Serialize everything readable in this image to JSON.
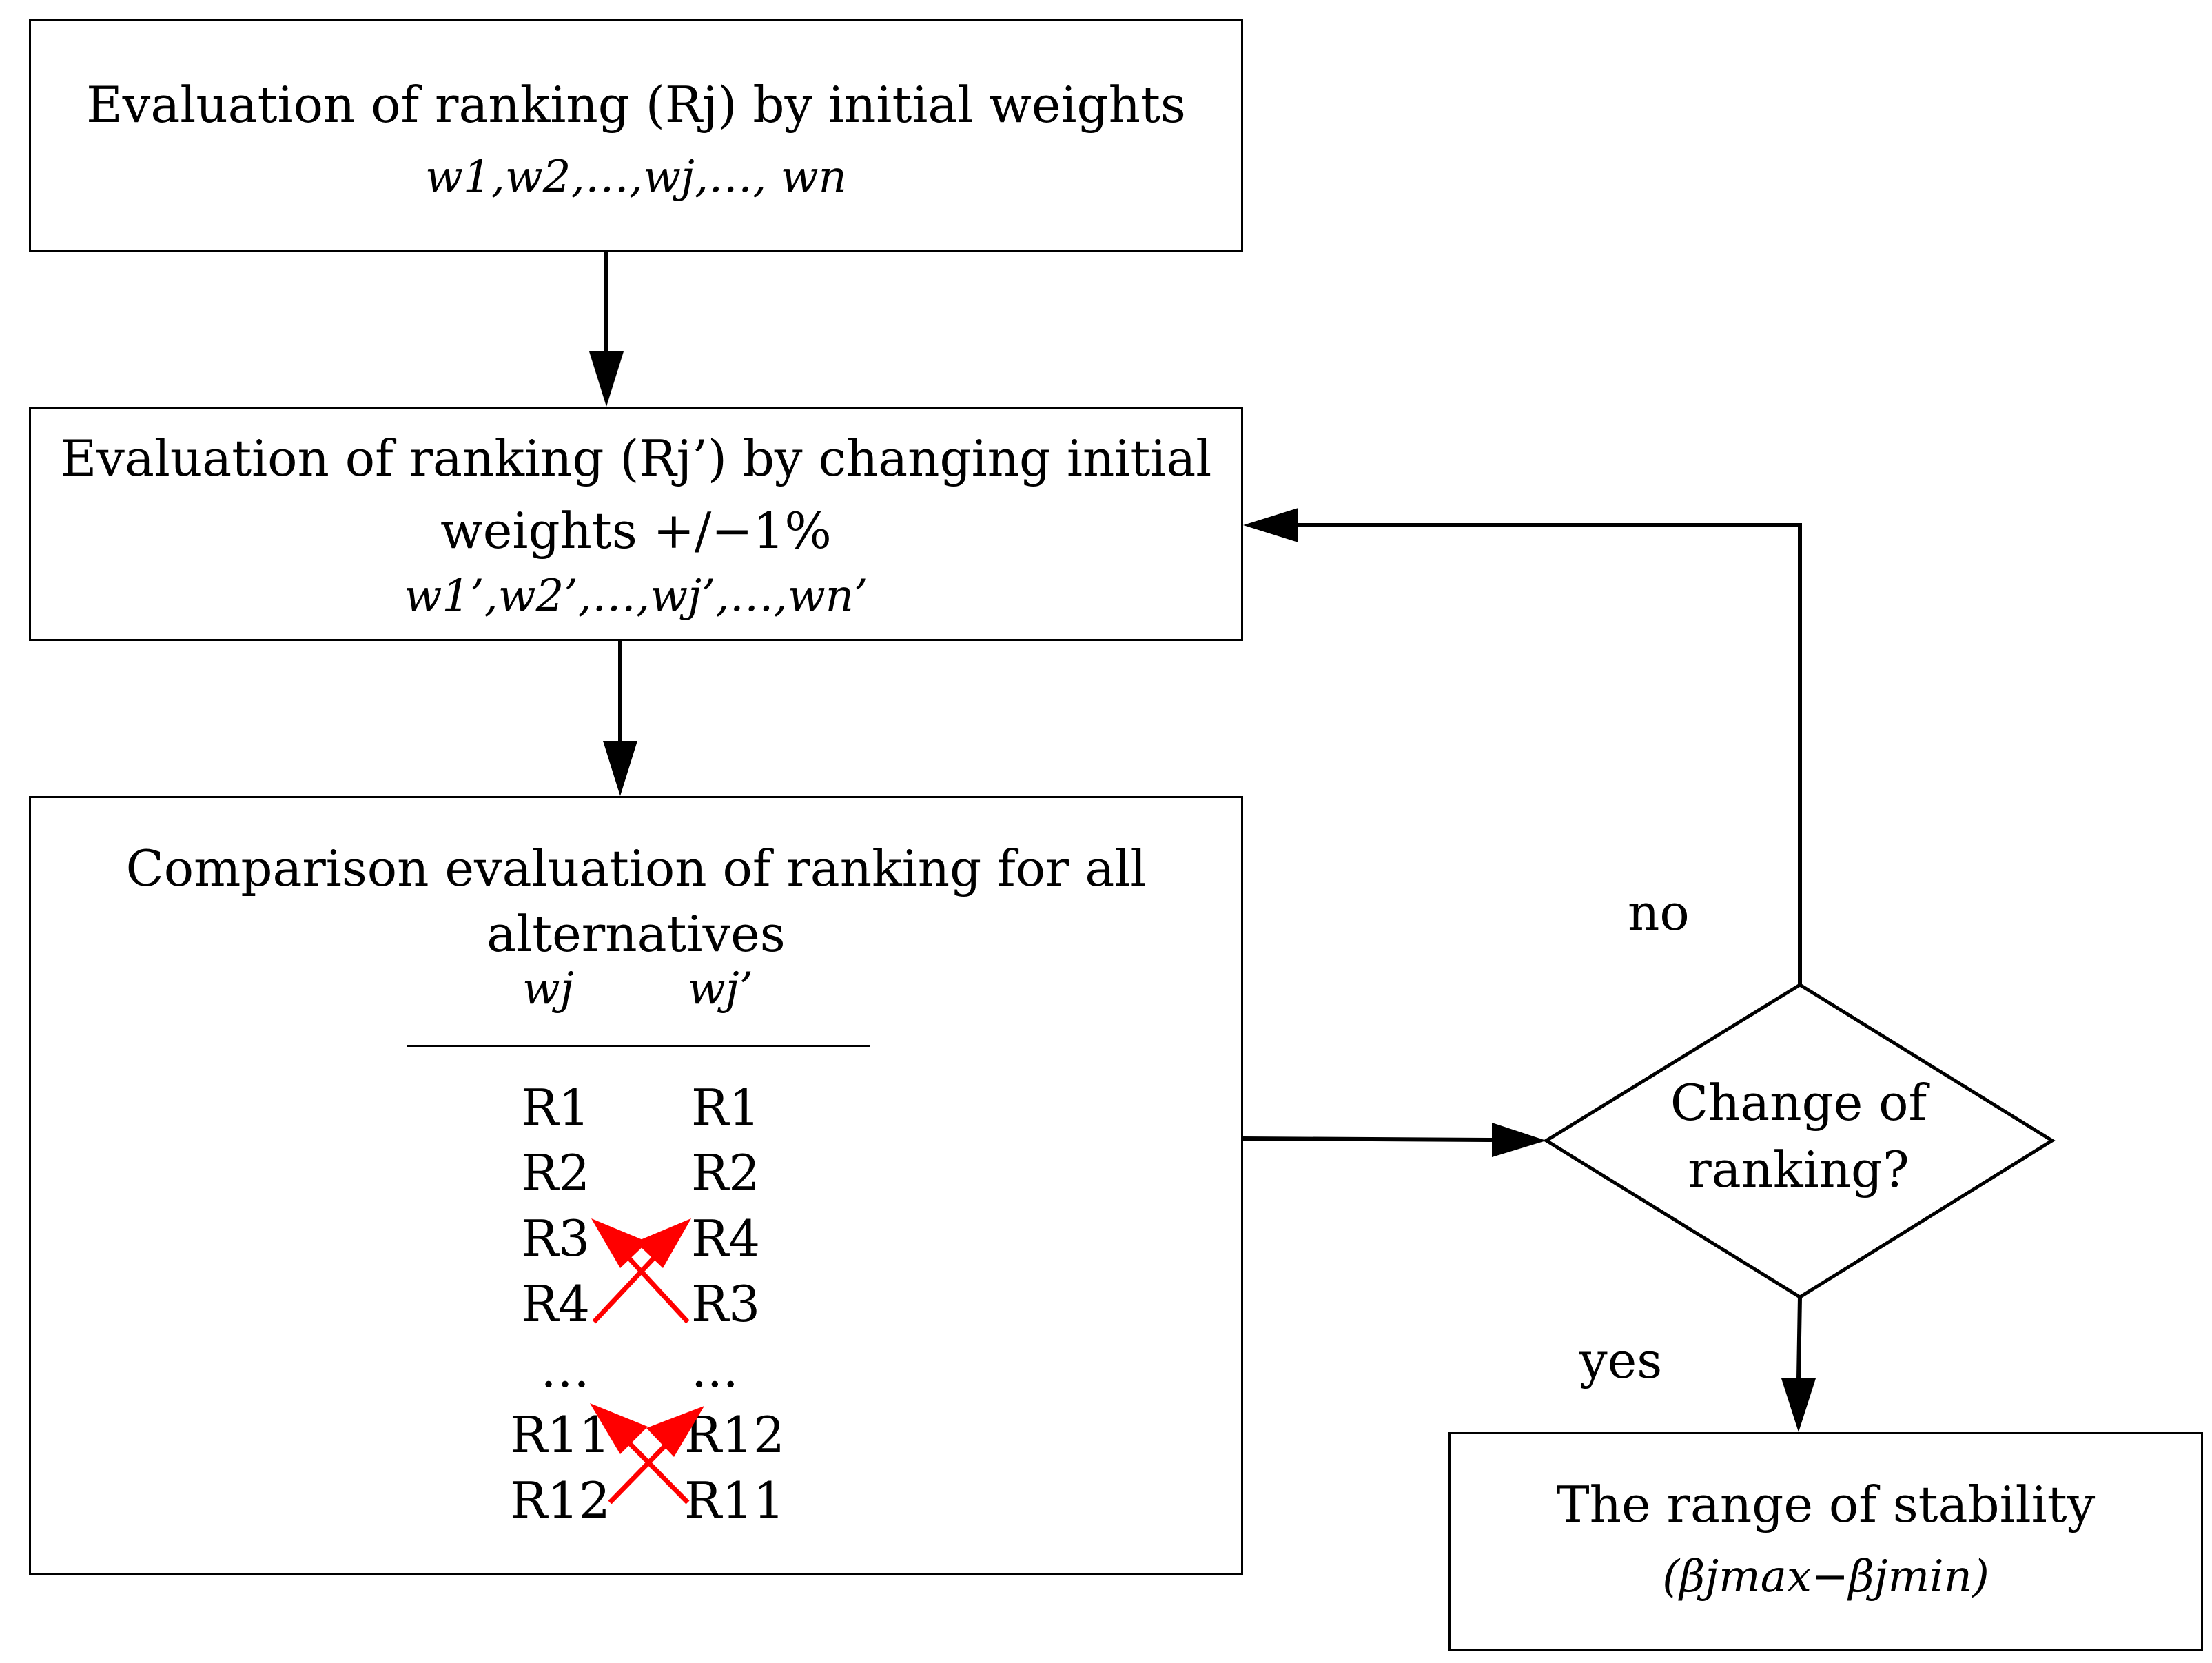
{
  "box1": {
    "title": "Evaluation of ranking (Rj) by initial weights",
    "weights": "w1,w2,…,wj,…, wn"
  },
  "box2": {
    "title_line1": "Evaluation of ranking (Rj’) by changing initial",
    "title_line2": "weights +/−1%",
    "weights": "w1’,w2’,…,wj’,…,wn’"
  },
  "box3": {
    "title_line1": "Comparison evaluation of ranking for all",
    "title_line2": "alternatives",
    "col_left_header": "wj",
    "col_right_header": "wj’",
    "separator": "________________",
    "left_column": [
      "R1",
      "R2",
      "R3",
      "R4",
      "…",
      "R11",
      "R12"
    ],
    "right_column": [
      "R1",
      "R2",
      "R4",
      "R3",
      "...",
      "R12",
      "R11"
    ]
  },
  "decision": {
    "line1": "Change of",
    "line2": "ranking?"
  },
  "labels": {
    "no": "no",
    "yes": "yes"
  },
  "box4": {
    "title": "The range of stability",
    "formula": "(βjmax−βjmin)"
  },
  "colors": {
    "lines": "#000000",
    "swap_arrows": "#ff0000"
  }
}
